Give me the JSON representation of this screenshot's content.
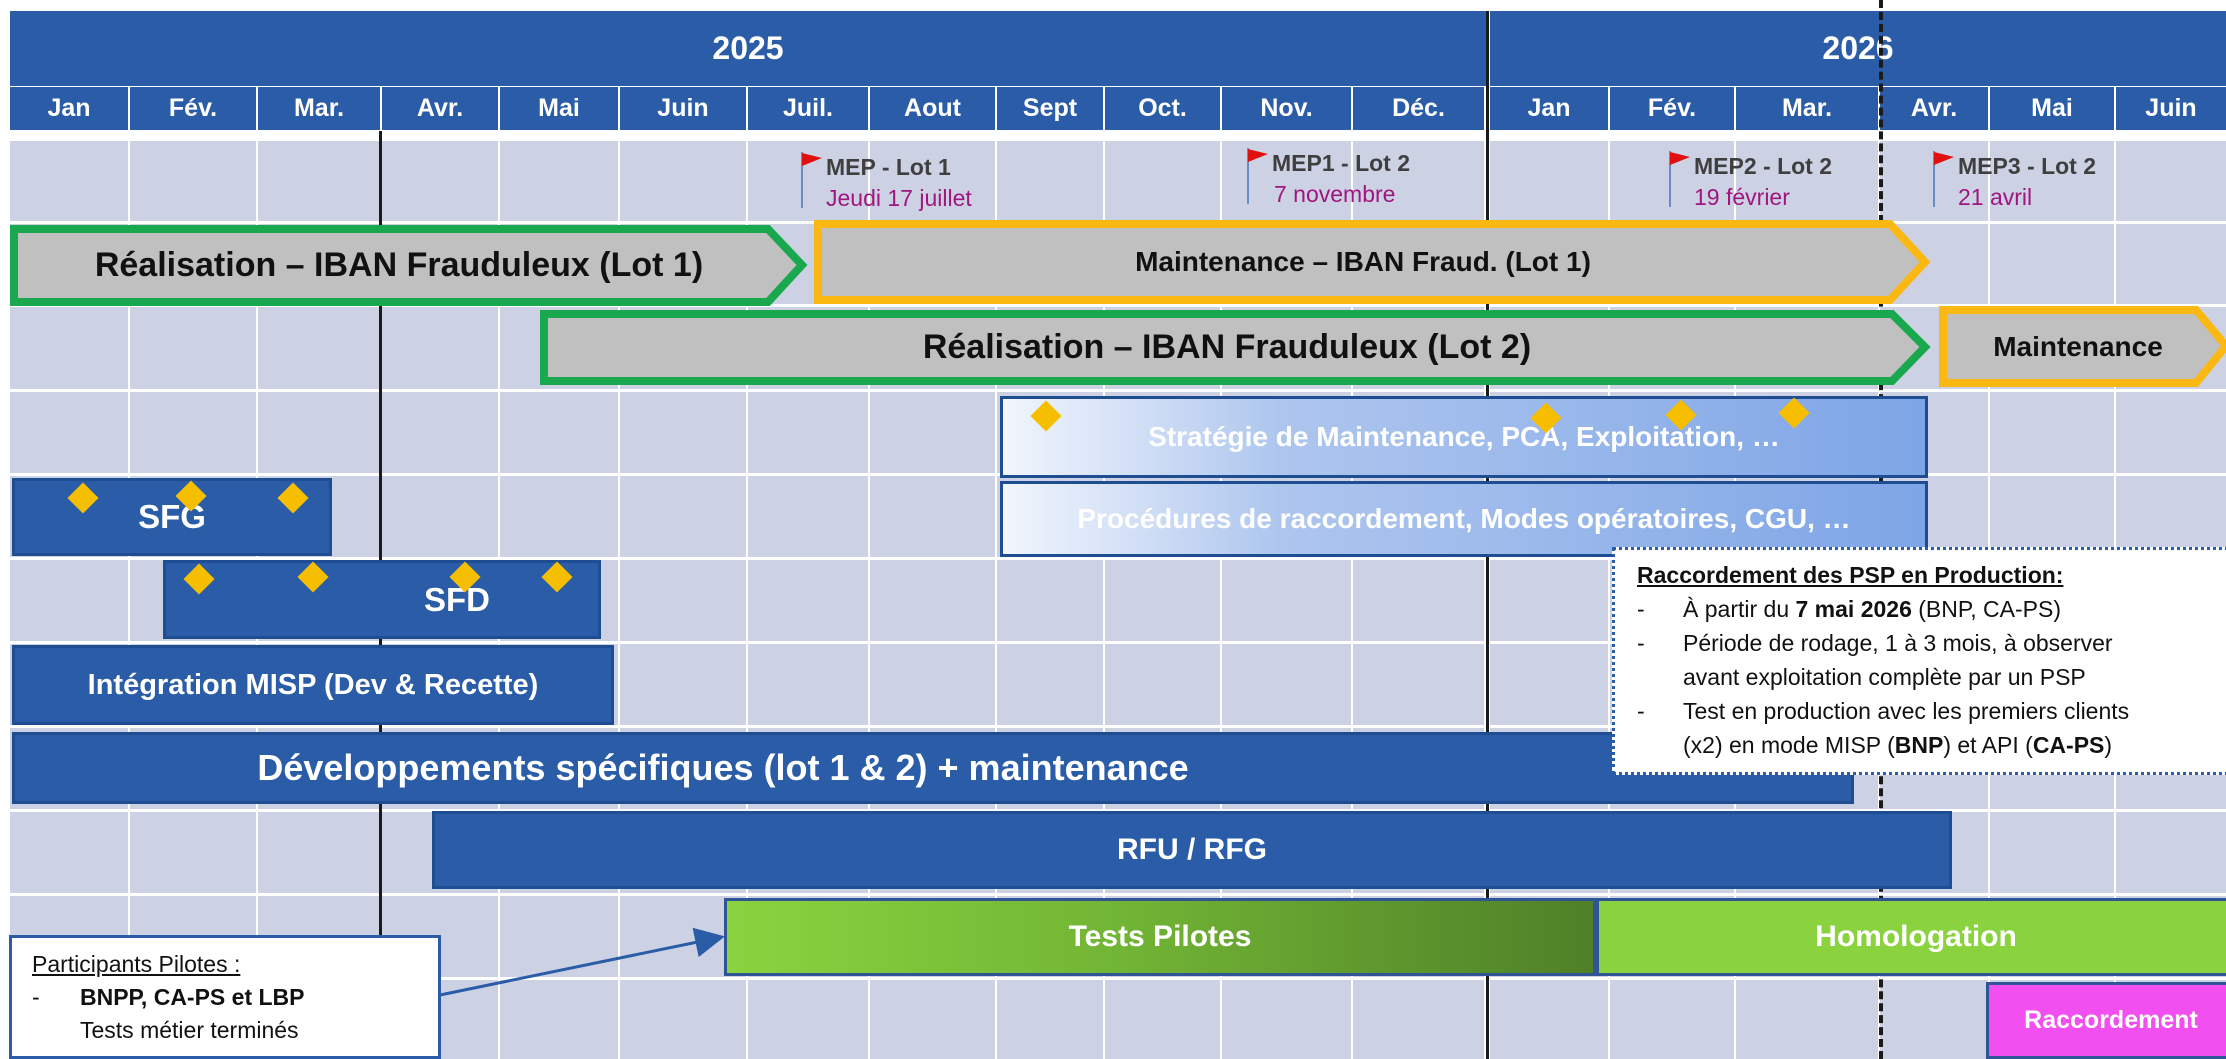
{
  "years": [
    "2025",
    "2026"
  ],
  "months": [
    "Jan",
    "Fév.",
    "Mar.",
    "Avr.",
    "Mai",
    "Juin",
    "Juil.",
    "Aout",
    "Sept",
    "Oct.",
    "Nov.",
    "Déc.",
    "Jan",
    "Fév.",
    "Mar.",
    "Avr.",
    "Mai",
    "Juin"
  ],
  "milestones": [
    {
      "title": "MEP - Lot 1",
      "date": "Jeudi 17 juillet"
    },
    {
      "title": "MEP1 - Lot 2",
      "date": "7 novembre"
    },
    {
      "title": "MEP2 - Lot 2",
      "date": "19 février"
    },
    {
      "title": "MEP3 - Lot 2",
      "date": "21 avril"
    }
  ],
  "arrows": {
    "real_lot1": "Réalisation – IBAN Frauduleux (Lot 1)",
    "maint_lot1": "Maintenance – IBAN Fraud. (Lot 1)",
    "real_lot2": "Réalisation – IBAN Frauduleux (Lot 2)",
    "maint_lot2": "Maintenance"
  },
  "bars": {
    "strategie": "Stratégie de Maintenance, PCA, Exploitation, …",
    "procedures": "Procédures de raccordement, Modes opératoires, CGU, …",
    "sfg": "SFG",
    "sfd": "SFD",
    "integration": "Intégration MISP (Dev & Recette)",
    "developpements": "Développements spécifiques (lot 1 & 2) + maintenance",
    "rfu": "RFU / RFG",
    "tests_pilotes": "Tests Pilotes",
    "homologation": "Homologation",
    "raccordement": "Raccordement"
  },
  "note": {
    "title": "Raccordement des PSP en Production:",
    "item1_pre": "À partir du ",
    "item1_bold": "7 mai 2026",
    "item1_post": " (BNP, CA-PS)",
    "item2_line1": "Période de rodage, 1 à 3 mois, à observer",
    "item2_line2": "avant exploitation complète par un PSP",
    "item3_line1": "Test en production avec les premiers clients",
    "item3_pre": "(x2) en mode MISP (",
    "item3_bnp": "BNP",
    "item3_mid": ") et API (",
    "item3_caps": "CA-PS",
    "item3_post": ")"
  },
  "pilots": {
    "title": "Participants Pilotes :",
    "item1": "BNPP, CA-PS et LBP",
    "item2": "Tests métier terminés",
    "dash": "-"
  },
  "colors": {
    "header_blue": "#2a5ca7",
    "grid_cell": "#ccd2e3",
    "green_outline": "#1aa84f",
    "orange_outline": "#fbb813",
    "diamond": "#f6be00",
    "date_magenta": "#a0157f",
    "pilot_green": "#8ad33f",
    "raccordement_pink": "#f14ff0"
  },
  "icons": {
    "milestone": "red-flag-icon",
    "deliverable": "yellow-diamond-icon"
  }
}
